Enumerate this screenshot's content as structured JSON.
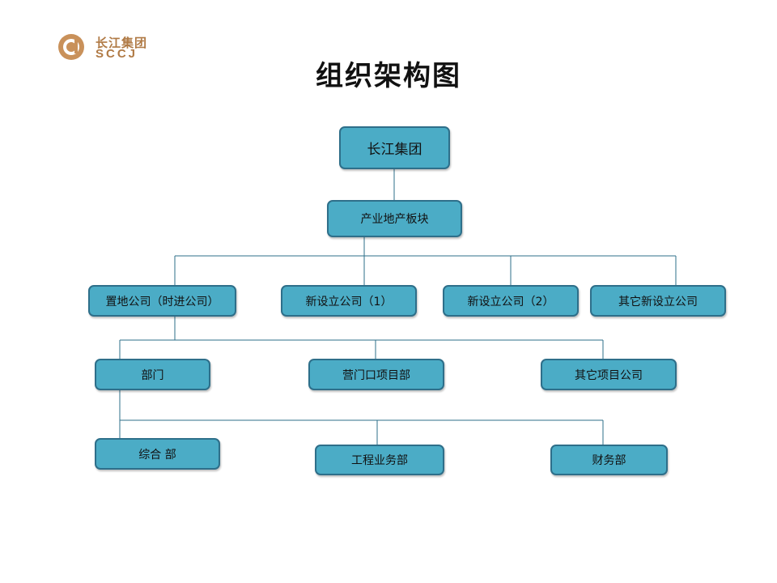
{
  "logo": {
    "name_cn": "长江集团",
    "name_en": "SCCJ",
    "brand_color": "#b07a45"
  },
  "title": "组织架构图",
  "org": {
    "root": "长江集团",
    "level1": "产业地产板块",
    "companies": [
      "置地公司（时进公司）",
      "新设立公司（1）",
      "新设立公司（2）",
      "其它新设立公司"
    ],
    "units": [
      "部门",
      "营门口项目部",
      "其它项目公司"
    ],
    "departments": [
      "综合 部",
      "工程业务部",
      "财务部"
    ]
  },
  "colors": {
    "node_fill": "#4bacc6",
    "node_border": "#2e6f8a",
    "connector": "#2e6f8a"
  }
}
